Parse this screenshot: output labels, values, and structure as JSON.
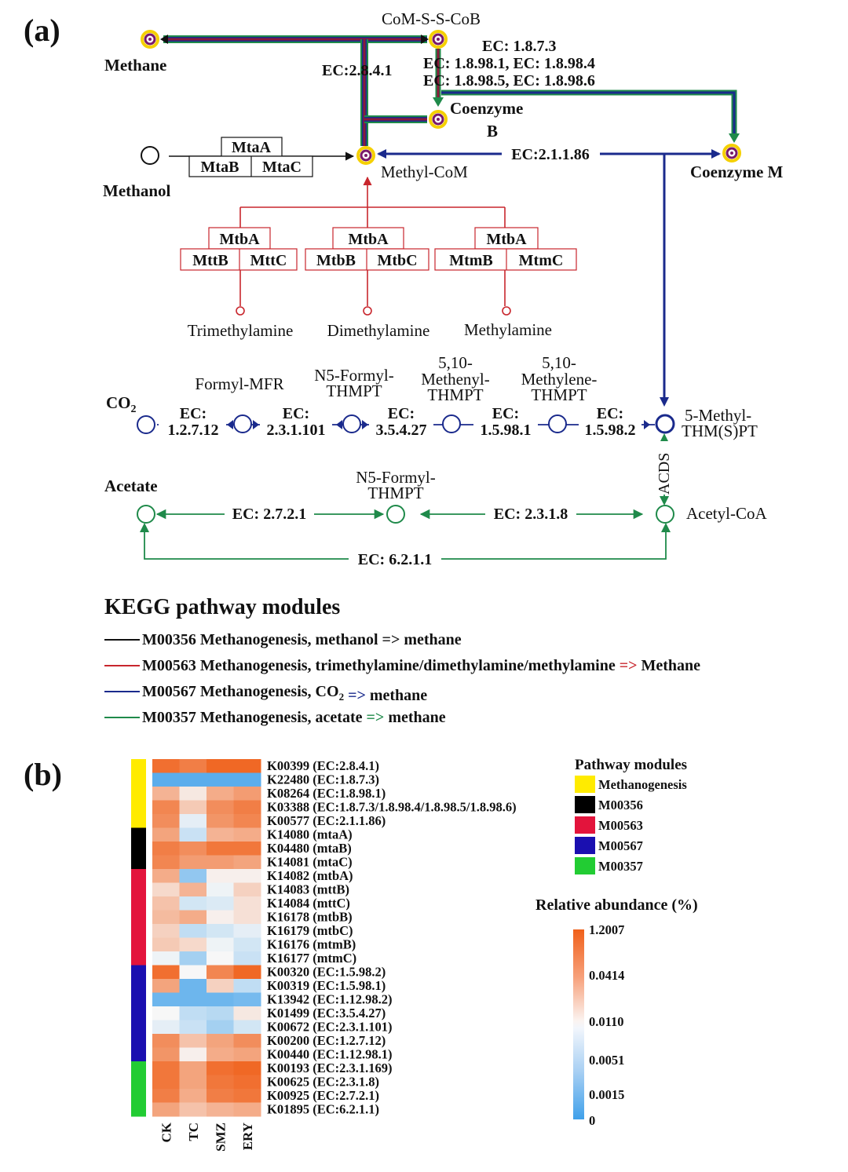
{
  "panel_a": {
    "label": "(a)",
    "nodes": {
      "methane": "Methane",
      "coms_scob": "CoM-S-S-CoB",
      "coenzyme_b": "Coenzyme",
      "coenzyme_b2": "B",
      "methyl_com": "Methyl-CoM",
      "coenzyme_m": "Coenzyme M",
      "methanol": "Methanol",
      "trimethylamine": "Trimethylamine",
      "dimethylamine": "Dimethylamine",
      "methylamine": "Methylamine",
      "co2": "CO",
      "co2_sub": "2",
      "formyl_mfr": "Formyl-MFR",
      "n5_formyl_a": "N5-Formyl-",
      "n5_formyl_b": "THMPT",
      "methenyl_a": "5,10-",
      "methenyl_b": "Methenyl-",
      "methenyl_c": "THMPT",
      "methylene_a": "5,10-",
      "methylene_b": "Methylene-",
      "methylene_c": "THMPT",
      "methyl_thmspt_a": "5-Methyl-",
      "methyl_thmspt_b": "THM(S)PT",
      "acetate": "Acetate",
      "n5_formyl2_a": "N5-Formyl-",
      "n5_formyl2_b": "THMPT",
      "acetyl_coa": "Acetyl-CoA"
    },
    "enzymes": {
      "ec_2841": "EC:2.8.4.1",
      "ec_1873": "EC: 1.8.7.3",
      "ec_line2": "EC: 1.8.98.1, EC: 1.8.98.4",
      "ec_line3": "EC: 1.8.98.5, EC: 1.8.98.6",
      "ec_21186": "EC:2.1.1.86",
      "mtaA": "MtaA",
      "mtaB": "MtaB",
      "mtaC": "MtaC",
      "mtbA1": "MtbA",
      "mttB": "MttB",
      "mttC": "MttC",
      "mtbA2": "MtbA",
      "mtbB": "MtbB",
      "mtbC": "MtbC",
      "mtbA3": "MtbA",
      "mtmB": "MtmB",
      "mtmC": "MtmC",
      "ec_c1_a": "EC:",
      "ec_c1_b": "1.2.7.12",
      "ec_c2_a": "EC:",
      "ec_c2_b": "2.3.1.101",
      "ec_c3_a": "EC:",
      "ec_c3_b": "3.5.4.27",
      "ec_c4_a": "EC:",
      "ec_c4_b": "1.5.98.1",
      "ec_c5_a": "EC:",
      "ec_c5_b": "1.5.98.2",
      "acds": "ACDS",
      "ec_2721": "EC: 2.7.2.1",
      "ec_2318": "EC: 2.3.1.8",
      "ec_6211": "EC: 6.2.1.1"
    },
    "legend": {
      "title": "KEGG pathway modules",
      "items": [
        {
          "code": "M00356",
          "text": "Methanogenesis, methanol => methane",
          "color": "#111111"
        },
        {
          "code": "M00563",
          "text": "Methanogenesis, trimethylamine/dimethylamine/methylamine",
          "arrow": "=>",
          "tail": "Methane",
          "color": "#c8262d"
        },
        {
          "code": "M00567",
          "text": "Methanogenesis, CO",
          "sub": "2",
          "arrow": "=>",
          "tail": "methane",
          "color": "#1a2a8c"
        },
        {
          "code": "M00357",
          "text": "Methanogenesis, acetate",
          "arrow": "=>",
          "tail": "methane",
          "color": "#1f8a4a"
        }
      ]
    }
  },
  "panel_b": {
    "label": "(b)",
    "columns": [
      "CK",
      "TC",
      "SMZ",
      "ERY"
    ],
    "rows": [
      {
        "label": "K00399 (EC:2.8.4.1)",
        "module": "Methanogenesis",
        "values": [
          0.9,
          0.8,
          0.95,
          0.95
        ]
      },
      {
        "label": "K22480 (EC:1.8.7.3)",
        "module": "Methanogenesis",
        "values": [
          -0.85,
          -0.85,
          -0.85,
          -0.85
        ]
      },
      {
        "label": "K08264 (EC:1.8.98.1)",
        "module": "Methanogenesis",
        "values": [
          0.45,
          0.1,
          0.5,
          0.6
        ]
      },
      {
        "label": "K03388 (EC:1.8.7.3/1.8.98.4/1.8.98.5/1.8.98.6)",
        "module": "Methanogenesis",
        "values": [
          0.75,
          0.3,
          0.7,
          0.8
        ]
      },
      {
        "label": "K00577 (EC:2.1.1.86)",
        "module": "Methanogenesis",
        "values": [
          0.7,
          -0.1,
          0.65,
          0.75
        ]
      },
      {
        "label": "K14080 (mtaA)",
        "module": "M00356",
        "values": [
          0.55,
          -0.25,
          0.45,
          0.5
        ]
      },
      {
        "label": "K04480 (mtaB)",
        "module": "M00356",
        "values": [
          0.8,
          0.7,
          0.85,
          0.85
        ]
      },
      {
        "label": "K14081 (mtaC)",
        "module": "M00356",
        "values": [
          0.75,
          0.6,
          0.6,
          0.55
        ]
      },
      {
        "label": "K14082 (mtbA)",
        "module": "M00563",
        "values": [
          0.5,
          -0.55,
          0.05,
          0.05
        ]
      },
      {
        "label": "K14083 (mttB)",
        "module": "M00563",
        "values": [
          0.2,
          0.45,
          -0.05,
          0.25
        ]
      },
      {
        "label": "K14084 (mttC)",
        "module": "M00563",
        "values": [
          0.35,
          -0.2,
          -0.15,
          0.15
        ]
      },
      {
        "label": "K16178 (mtbB)",
        "module": "M00563",
        "values": [
          0.4,
          0.5,
          0.05,
          0.15
        ]
      },
      {
        "label": "K16179 (mtbC)",
        "module": "M00563",
        "values": [
          0.25,
          -0.3,
          -0.2,
          -0.1
        ]
      },
      {
        "label": "K16176 (mtmB)",
        "module": "M00563",
        "values": [
          0.3,
          0.2,
          -0.05,
          -0.2
        ]
      },
      {
        "label": "K16177 (mtmC)",
        "module": "M00563",
        "values": [
          -0.05,
          -0.45,
          0.0,
          -0.25
        ]
      },
      {
        "label": "K00320 (EC:1.5.98.2)",
        "module": "M00567",
        "values": [
          0.9,
          0.0,
          0.75,
          0.95
        ]
      },
      {
        "label": "K00319 (EC:1.5.98.1)",
        "module": "M00567",
        "values": [
          0.55,
          -0.75,
          0.25,
          -0.3
        ]
      },
      {
        "label": "K13942 (EC:1.12.98.2)",
        "module": "M00567",
        "values": [
          -0.75,
          -0.75,
          -0.75,
          -0.7
        ]
      },
      {
        "label": "K01499 (EC:3.5.4.27)",
        "module": "M00567",
        "values": [
          0.0,
          -0.3,
          -0.35,
          0.1
        ]
      },
      {
        "label": "K00672 (EC:2.3.1.101)",
        "module": "M00567",
        "values": [
          -0.1,
          -0.25,
          -0.45,
          -0.2
        ]
      },
      {
        "label": "K00200 (EC:1.2.7.12)",
        "module": "M00567",
        "values": [
          0.7,
          0.35,
          0.55,
          0.7
        ]
      },
      {
        "label": "K00440 (EC:1.12.98.1)",
        "module": "M00567",
        "values": [
          0.65,
          0.05,
          0.5,
          0.55
        ]
      },
      {
        "label": "K00193 (EC:2.3.1.169)",
        "module": "M00357",
        "values": [
          0.85,
          0.55,
          0.9,
          0.95
        ]
      },
      {
        "label": "K00625 (EC:2.3.1.8)",
        "module": "M00357",
        "values": [
          0.85,
          0.55,
          0.85,
          0.9
        ]
      },
      {
        "label": "K00925 (EC:2.7.2.1)",
        "module": "M00357",
        "values": [
          0.8,
          0.5,
          0.8,
          0.85
        ]
      },
      {
        "label": "K01895 (EC:6.2.1.1)",
        "module": "M00357",
        "values": [
          0.55,
          0.35,
          0.45,
          0.5
        ]
      }
    ],
    "modules_legend": {
      "title": "Pathway modules",
      "items": [
        {
          "name": "Methanogenesis",
          "color": "#ffeb00"
        },
        {
          "name": "M00356",
          "color": "#000000"
        },
        {
          "name": "M00563",
          "color": "#e3143c"
        },
        {
          "name": "M00567",
          "color": "#1a0fb0"
        },
        {
          "name": "M00357",
          "color": "#22cc33"
        }
      ]
    },
    "colorbar": {
      "title": "Relative abundance (%)",
      "ticks": [
        "1.2007",
        "0.0414",
        "0.0110",
        "0.0051",
        "0.0015",
        "0"
      ],
      "high_color": "#f0601a",
      "mid_color": "#f7f7f7",
      "low_color": "#3fa0ea"
    }
  }
}
